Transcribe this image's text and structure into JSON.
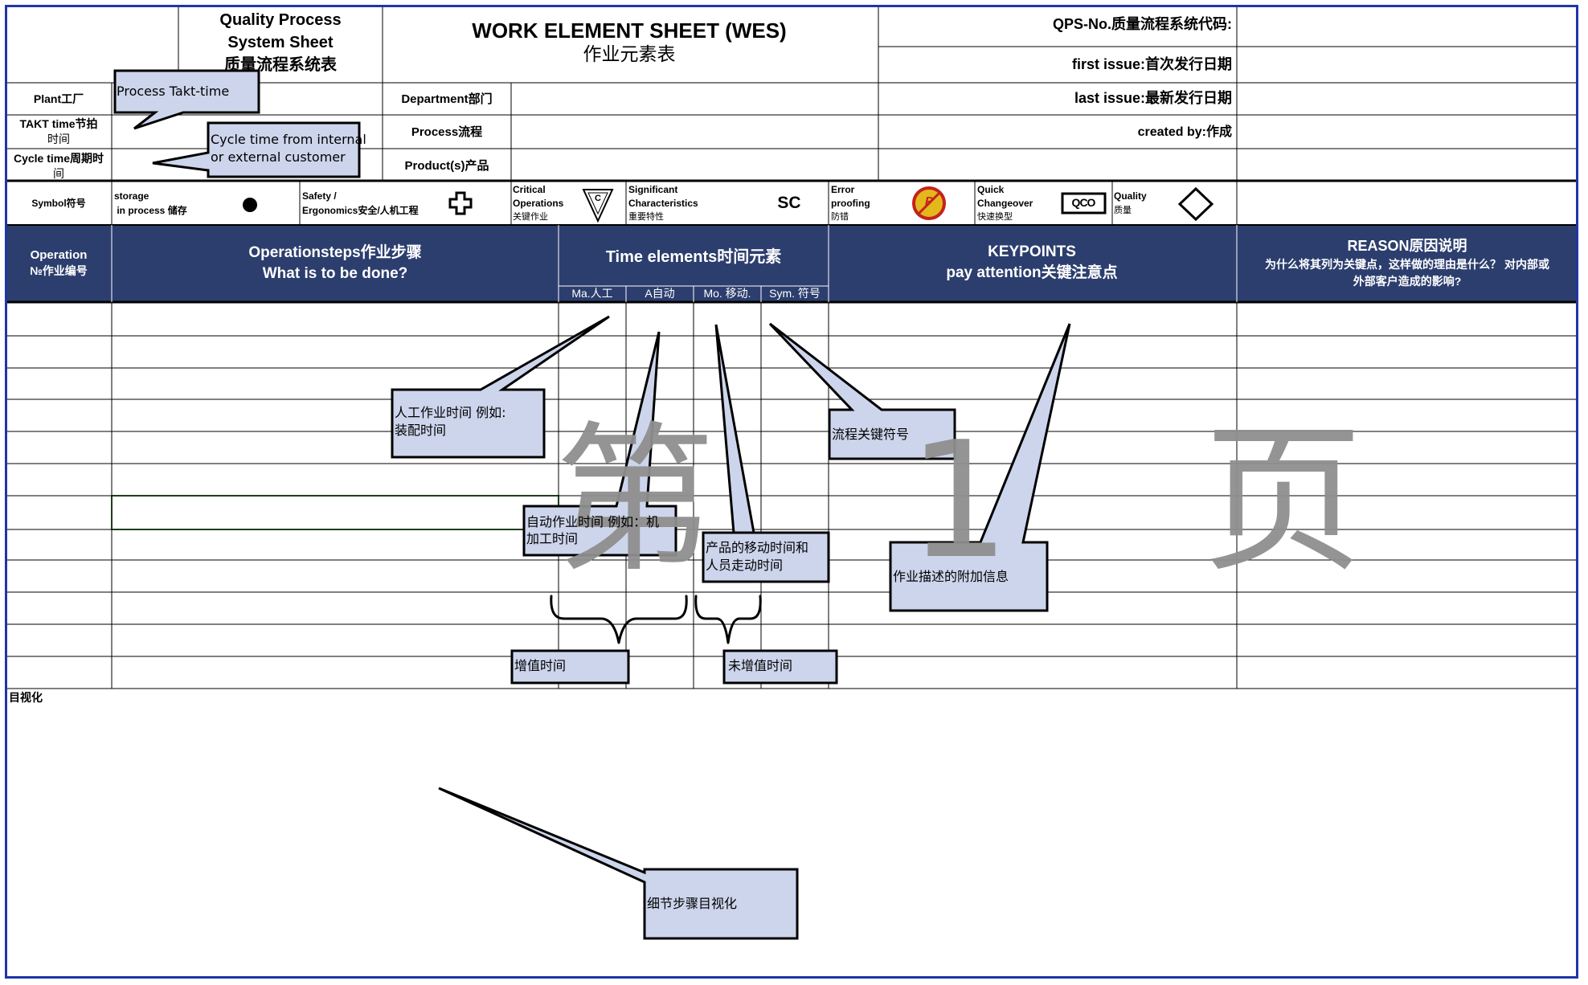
{
  "header": {
    "qps_title_line1": "Quality Process",
    "qps_title_line2": "System Sheet",
    "qps_title_cn": "质量流程系统表",
    "main_title": "WORK ELEMENT SHEET (WES)",
    "main_title_cn": "作业元素表",
    "qps_no_label": "QPS-No.质量流程系统代码:",
    "first_issue_label": "first issue:首次发行日期",
    "last_issue_label": "last issue:最新发行日期",
    "created_by_label": "created by:作成",
    "plant_label": "Plant工厂",
    "takt_label_1": "TAKT time节拍",
    "takt_label_2": "时间",
    "cycle_label_1": "Cycle time周期时",
    "cycle_label_2": "间",
    "department_label": "Department部门",
    "process_label": "Process流程",
    "product_label": "Product(s)产品"
  },
  "symbols": {
    "label": "Symbol符号",
    "storage_1": "storage",
    "storage_2": " in process 储存",
    "safety_1": "Safety /",
    "safety_2": "Ergonomics安全/人机工程",
    "critical_1": "Critical",
    "critical_2": "Operations",
    "critical_3": "关键作业",
    "critical_glyph": "C",
    "significant_1": "Significant",
    "significant_2": "Characteristics",
    "significant_3": "重要特性",
    "sc_glyph": "SC",
    "error_1": "Error",
    "error_2": "proofing",
    "error_3": "防错",
    "error_glyph": "P",
    "quick_1": "Quick",
    "quick_2": "Changeover",
    "quick_3": "快速换型",
    "quick_glyph": "QCO",
    "quality_1": "Quality",
    "quality_2": "质量"
  },
  "table_header": {
    "op_no_1": "Operation",
    "op_no_2": "№作业编号",
    "steps_1": "Operationsteps作业步骤",
    "steps_2": "What is to be done?",
    "time_elements": "Time elements时间元素",
    "ma": "Ma.人工",
    "a": "A自动",
    "mo": "Mo. 移动.",
    "sym": "Sym. 符号",
    "keypoints_1": "KEYPOINTS",
    "keypoints_2": "pay attention关键注意点",
    "reason_1": "REASON原因说明",
    "reason_2": "为什么将其列为关键点，这样做的理由是什么？ 对内部或",
    "reason_3": "外部客户造成的影响?"
  },
  "visualization_label": "目视化",
  "watermark": "第 1 页",
  "callouts": {
    "takt": "Process Takt-time",
    "cycle_1": "Cycle time from internal",
    "cycle_2": "or external customer",
    "manual_1": "人工作业时间 例如:",
    "manual_2": "装配时间",
    "auto_1": "自动作业时间 例如：机",
    "auto_2": "加工时间",
    "move_1": "产品的移动时间和",
    "move_2": "人员走动时间",
    "symbol": "流程关键符号",
    "keypoint": "作业描述的附加信息",
    "value_added": "增值时间",
    "non_value_added": "未增值时间",
    "visual": "细节步骤目视化"
  },
  "colors": {
    "header_fill": "#2c3e6e",
    "callout_fill": "#cdd5ec",
    "frame": "#1f35a8",
    "selection": "#3a7d3a"
  }
}
